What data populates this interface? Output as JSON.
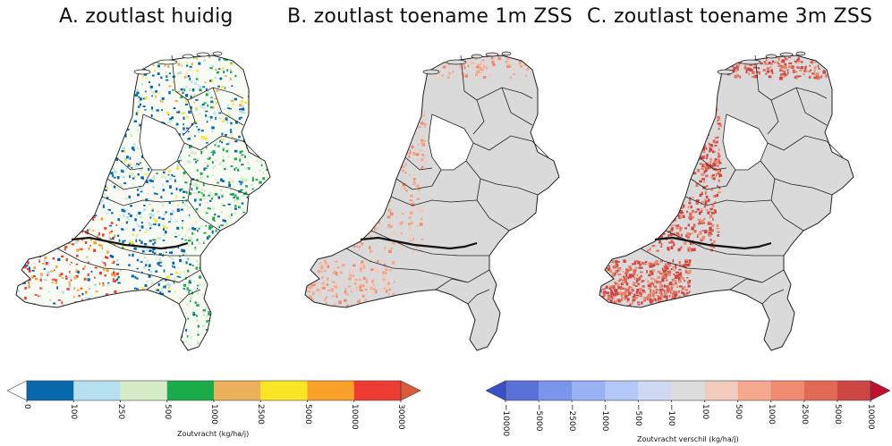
{
  "panels": [
    {
      "title": "A. zoutlast huidig"
    },
    {
      "title": "B. zoutlast toename 1m ZSS"
    },
    {
      "title": "C. zoutlast toename 3m ZSS"
    }
  ],
  "legend_left": {
    "title": "Zoutvracht (kg/ha/j)",
    "ticks": [
      "0",
      "100",
      "250",
      "500",
      "1000",
      "2500",
      "5000",
      "10000",
      "30000"
    ],
    "colors": [
      "#0868ac",
      "#b7e0ef",
      "#d6ebc8",
      "#1aab4b",
      "#ecb25b",
      "#fbe626",
      "#f9a12a",
      "#ee3b33"
    ],
    "under_color": "#ffffff",
    "over_color": "#d95b3a"
  },
  "legend_right": {
    "title": "Zoutvracht verschil (kg/ha/j)",
    "ticks": [
      "−10000",
      "−5000",
      "−2500",
      "−1000",
      "−500",
      "−100",
      "100",
      "500",
      "1000",
      "2500",
      "5000",
      "10000"
    ],
    "colors": [
      "#5a72d8",
      "#7a95ea",
      "#98b2f4",
      "#b3c8f6",
      "#cfd9f2",
      "#dcdcdc",
      "#f1cbbd",
      "#f4a98e",
      "#ee8b70",
      "#e06a56",
      "#cc4644"
    ],
    "under_color": "#3b4fc9",
    "over_color": "#c0102e"
  },
  "map_colors": {
    "land_grey": "#dadada",
    "border": "#222222",
    "river": "#111111",
    "water": "#ffffff"
  }
}
